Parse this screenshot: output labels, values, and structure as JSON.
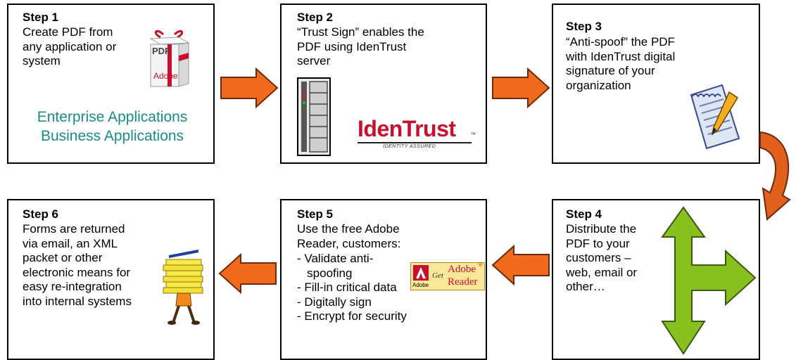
{
  "steps": {
    "s1": {
      "title": "Step 1",
      "body": "Create PDF from\nany application or\nsystem",
      "apps": [
        "Enterprise Applications",
        "Business Applications"
      ]
    },
    "s2": {
      "title": "Step 2",
      "body": "“Trust Sign” enables the\nPDF using IdenTrust\nserver"
    },
    "s3": {
      "title": "Step 3",
      "body": "“Anti-spoof” the PDF\nwith IdenTrust digital\nsignature of your\norganization"
    },
    "s4": {
      "title": "Step 4",
      "body": "Distribute the\nPDF to your\ncustomers –\nweb, email or\nother…"
    },
    "s5": {
      "title": "Step 5",
      "body": "Use the free Adobe\nReader, customers:",
      "items": [
        "- Validate anti-",
        "   spoofing",
        "- Fill-in critical data",
        "- Digitally sign",
        "- Encrypt for security"
      ]
    },
    "s6": {
      "title": "Step 6",
      "body": "Forms are returned\nvia email, an XML\npacket or other\nelectronic means for\neasy re-integration\ninto internal systems"
    }
  },
  "logos": {
    "pdf_box_pdf": "PDF",
    "pdf_box_adobe": "Adobe",
    "identrust_main": "IdenTrust",
    "identrust_tm": "™",
    "identrust_tag": "IDENTITY ASSURED",
    "reader_adobe": "Adobe",
    "reader_get": "Get",
    "reader_word1": "Adobe",
    "reader_word2": "Reader",
    "reader_reg": "®"
  },
  "colors": {
    "arrow": "#f26a1b",
    "arrow_outline": "#6b2a08",
    "teal": "#1a8a8a",
    "green": "#88c020"
  }
}
